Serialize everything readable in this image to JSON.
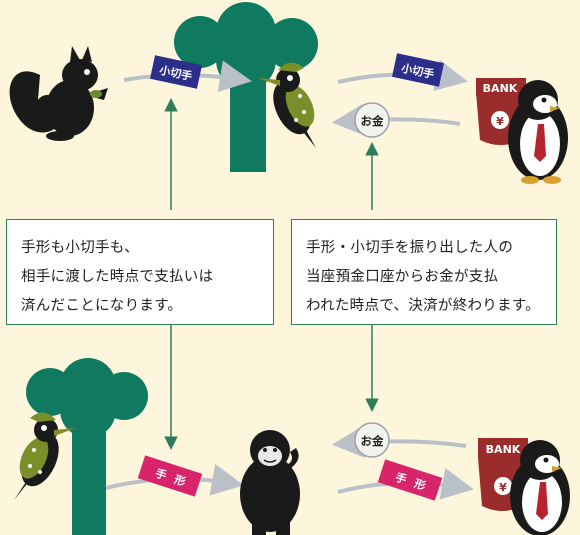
{
  "labels": {
    "check": "小切手",
    "money": "お金",
    "note_chars": [
      "手",
      "形"
    ],
    "bank": "BANK",
    "yen": "¥"
  },
  "notes": {
    "left": [
      "手形も小切手も、",
      "相手に渡した時点で支払いは",
      "済んだことになります。"
    ],
    "right": [
      "手形・小切手を振り出した人の",
      "当座預金口座からお金が支払",
      "われた時点で、決済が終わります。"
    ]
  },
  "colors": {
    "background": "#fdf6dc",
    "tree": "#0f7a5f",
    "arrow": "#b9c0c8",
    "check_tag": "#2b2f8a",
    "note_tag": "#d8246a",
    "connector": "#2e7d5b",
    "money_circle": "#f4f4ef",
    "bank_bag": "#9b2c2c"
  }
}
